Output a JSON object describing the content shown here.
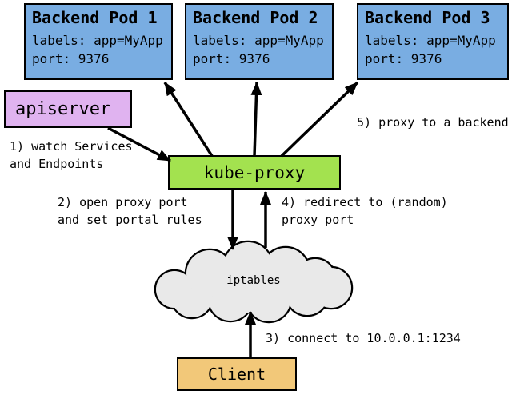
{
  "colors": {
    "pod_fill": "#79ade2",
    "apiserver_fill": "#e0b3f0",
    "kubeproxy_fill": "#a3e24f",
    "client_fill": "#f2c879",
    "cloud_fill": "#e9e9e9"
  },
  "pods": [
    {
      "title": "Backend Pod 1",
      "labels_line": "labels: app=MyApp",
      "port_line": "port: 9376"
    },
    {
      "title": "Backend Pod 2",
      "labels_line": "labels: app=MyApp",
      "port_line": "port: 9376"
    },
    {
      "title": "Backend Pod 3",
      "labels_line": "labels: app=MyApp",
      "port_line": "port: 9376"
    }
  ],
  "nodes": {
    "apiserver": "apiserver",
    "kube_proxy": "kube-proxy",
    "iptables": "iptables",
    "client": "Client"
  },
  "annotations": {
    "step1": "1) watch Services\nand Endpoints",
    "step2": "2) open proxy port\nand set portal rules",
    "step3": "3) connect to 10.0.0.1:1234",
    "step4": "4) redirect to (random)\nproxy port",
    "step5": "5) proxy to a backend"
  }
}
